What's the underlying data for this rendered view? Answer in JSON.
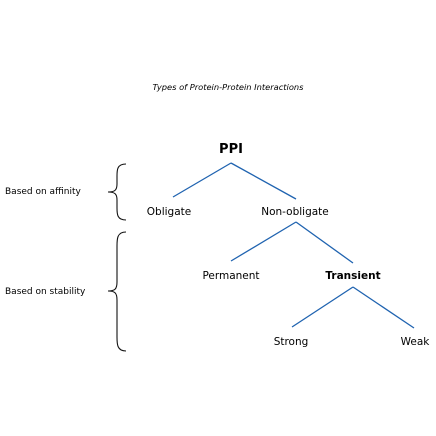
{
  "title": "Types of Protein-Protein Interactions",
  "root": "PPI",
  "affinity": {
    "label": "Based on affinity",
    "left": "Obligate",
    "right": "Non-obligate"
  },
  "stability": {
    "label": "Based on stability",
    "left": "Permanent",
    "right": "Transient"
  },
  "transient": {
    "left": "Strong",
    "right": "Weak"
  },
  "colors": {
    "edge": "#1f63b0",
    "text": "#000000",
    "brace": "#111111",
    "background": "#ffffff"
  }
}
